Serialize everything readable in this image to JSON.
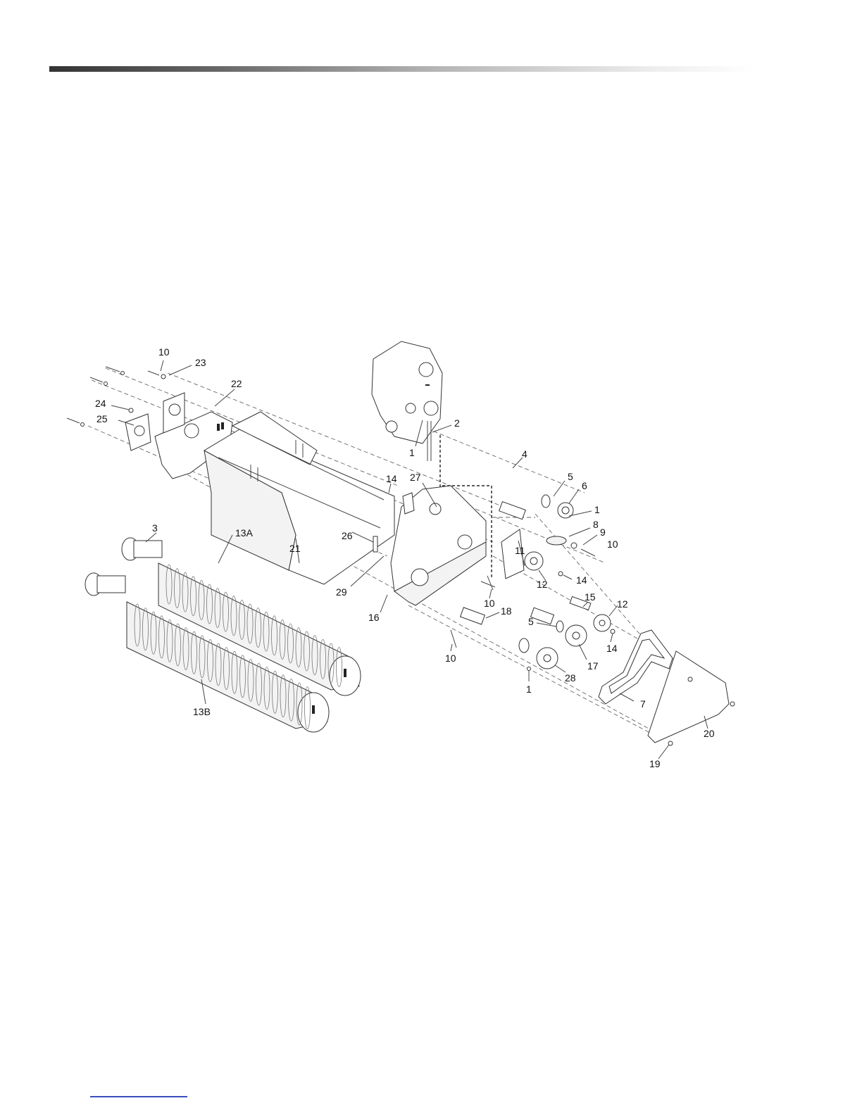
{
  "header_bar": {
    "gradient_start": "#333333",
    "gradient_end": "#ffffff"
  },
  "footer_link": {
    "color": "#3a4ec0"
  },
  "callouts": {
    "c10_top": "10",
    "c23": "23",
    "c22": "22",
    "c24": "24",
    "c25": "25",
    "c1_top": "1",
    "c2": "2",
    "c4": "4",
    "c5_top": "5",
    "c6": "6",
    "c1_mid": "1",
    "c8": "8",
    "c9": "9",
    "c10_mid": "10",
    "c14_top": "14",
    "c27": "27",
    "c3": "3",
    "c13a": "13A",
    "c21": "21",
    "c26": "26",
    "c29": "29",
    "c11": "11",
    "c12_mid": "12",
    "c14_mid": "14",
    "c10_low": "10",
    "c16": "16",
    "c18": "18",
    "c15": "15",
    "c12_low": "12",
    "c5_low": "5",
    "c14_low": "14",
    "c17": "17",
    "c10_bot": "10",
    "c28": "28",
    "c1_bot": "1",
    "c7": "7",
    "c13b": "13B",
    "c20": "20",
    "c19": "19"
  }
}
